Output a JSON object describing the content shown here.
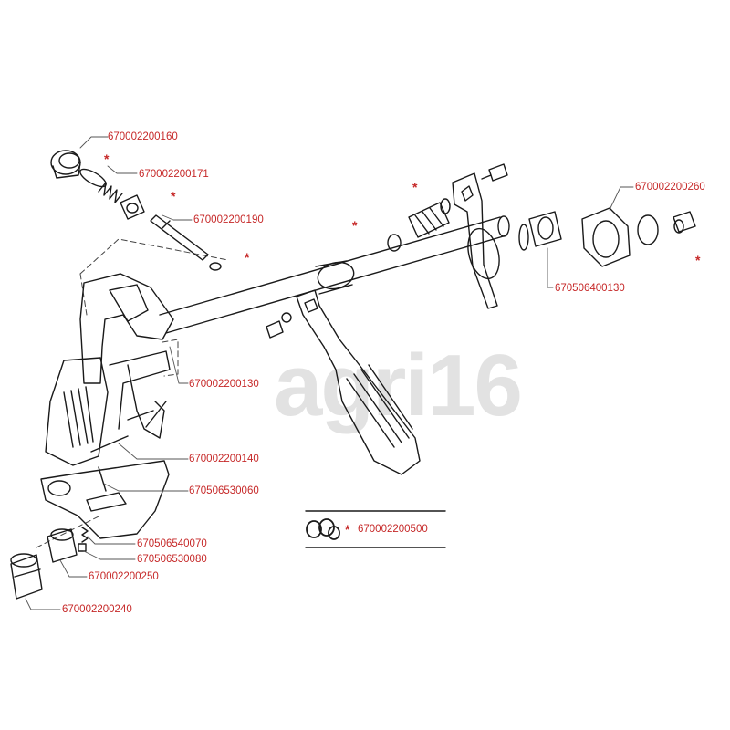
{
  "watermark": {
    "text": "agri16"
  },
  "colors": {
    "label": "#c62828",
    "line": "#1a1a1a",
    "leader": "#555555",
    "watermark": "#e2e2e2"
  },
  "parts": [
    {
      "id": "p160",
      "number": "670002200160"
    },
    {
      "id": "p171",
      "number": "670002200171"
    },
    {
      "id": "p190",
      "number": "670002200190"
    },
    {
      "id": "p260",
      "number": "670002200260"
    },
    {
      "id": "p6130",
      "number": "670506400130"
    },
    {
      "id": "p130",
      "number": "670002200130"
    },
    {
      "id": "p140",
      "number": "670002200140"
    },
    {
      "id": "p6060",
      "number": "670506530060"
    },
    {
      "id": "p500",
      "number": "670002200500"
    },
    {
      "id": "p6070",
      "number": "670506540070"
    },
    {
      "id": "p6080",
      "number": "670506530080"
    },
    {
      "id": "p250",
      "number": "670002200250"
    },
    {
      "id": "p240",
      "number": "670002200240"
    }
  ],
  "asterisk": "*"
}
